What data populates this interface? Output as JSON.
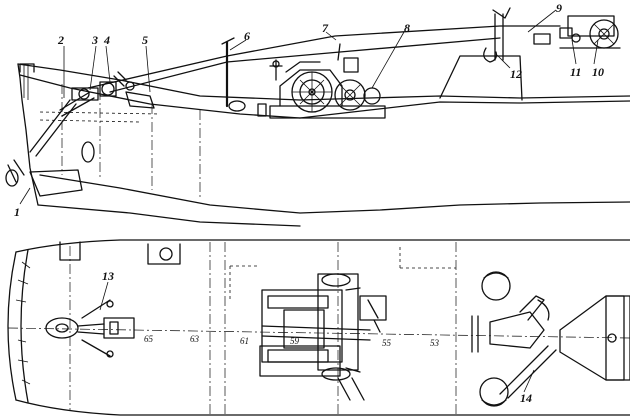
{
  "elevation_callouts": [
    "1",
    "2",
    "3",
    "4",
    "5",
    "6",
    "7",
    "8",
    "9",
    "10",
    "11",
    "12"
  ],
  "plan_callouts": [
    "13",
    "14"
  ],
  "frame_numbers": [
    "65",
    "63",
    "61",
    "59",
    "55",
    "53"
  ]
}
